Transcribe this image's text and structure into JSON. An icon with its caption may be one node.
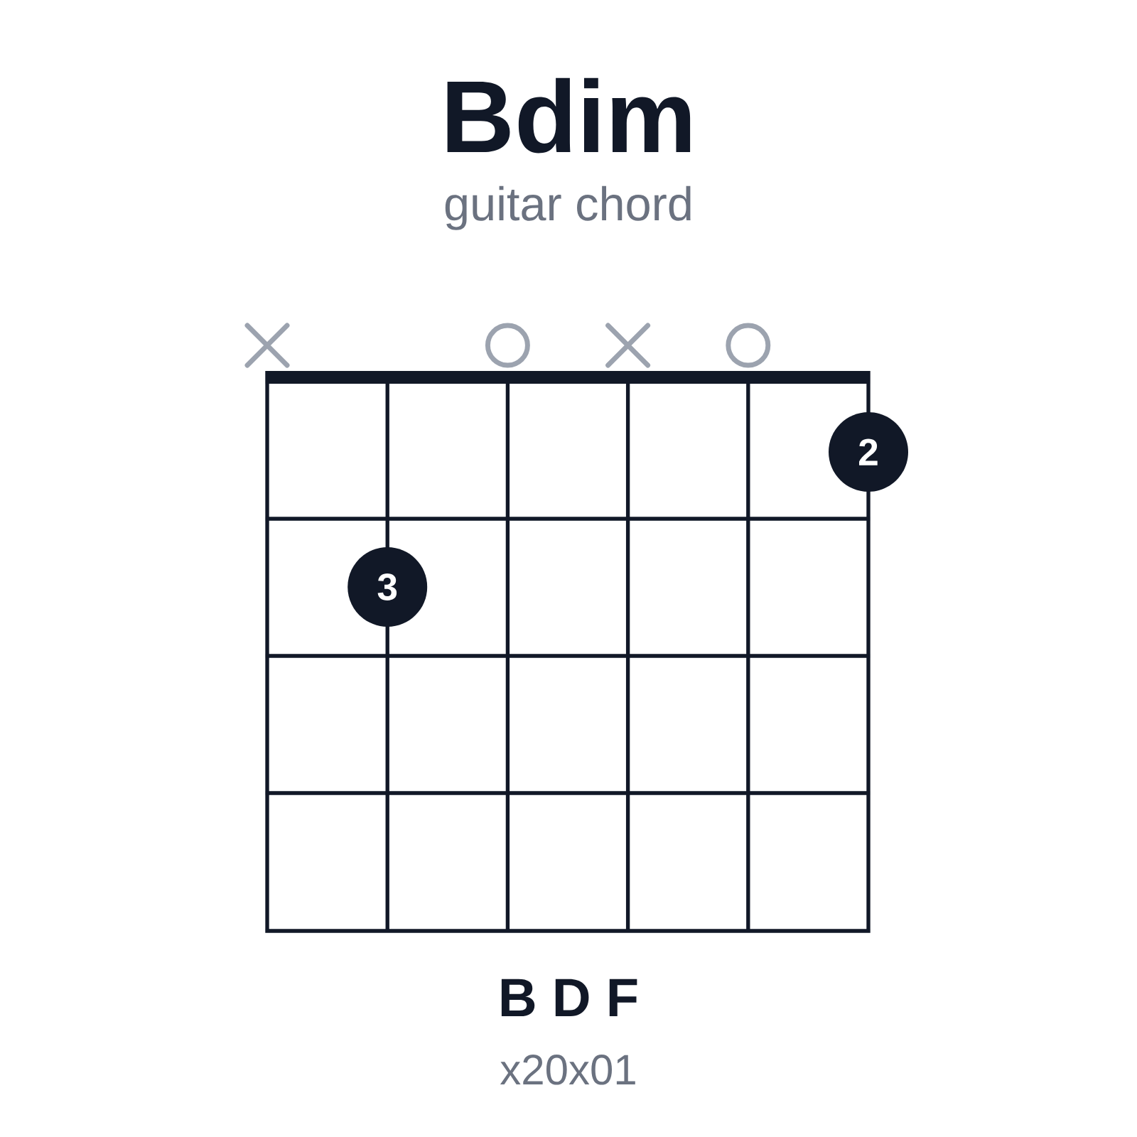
{
  "diagram": {
    "title": "Bdim",
    "nodes": [
      {
        "text": [
          "2"
        ]
      },
      {
        "text": [
          "3"
        ]
      }
    ],
    "labels": [
      "guitar chord",
      "B D F",
      "x20x01"
    ]
  }
}
